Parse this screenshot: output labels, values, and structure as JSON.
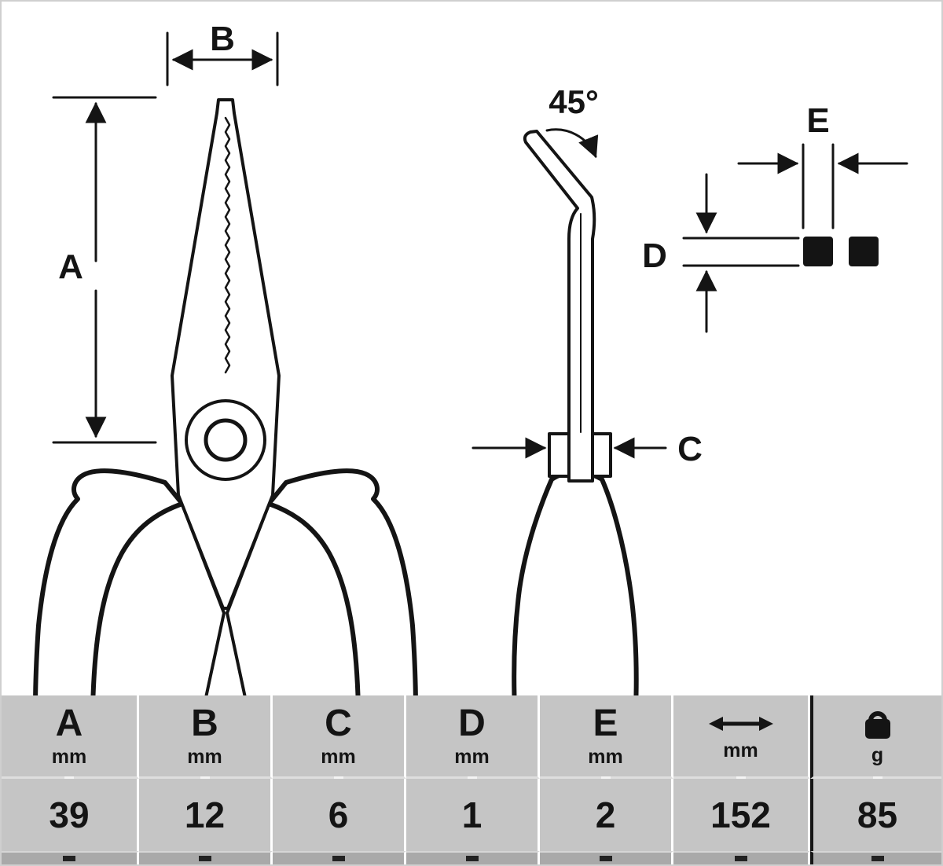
{
  "colors": {
    "line": "#141414",
    "table_cell": "#c5c5c5",
    "table_strip": "#a9a9a9",
    "separator_light": "#ffffff",
    "separator_dark": "#161616",
    "tip_fill": "#141414"
  },
  "diagram": {
    "labels": {
      "a": "A",
      "b": "B",
      "c": "C",
      "d": "D",
      "e": "E",
      "angle": "45°"
    }
  },
  "table": {
    "headers": [
      {
        "label": "A",
        "unit": "mm"
      },
      {
        "label": "B",
        "unit": "mm"
      },
      {
        "label": "C",
        "unit": "mm"
      },
      {
        "label": "D",
        "unit": "mm"
      },
      {
        "label": "E",
        "unit": "mm"
      },
      {
        "icon": "length-double-arrow",
        "unit": "mm"
      },
      {
        "icon": "weight",
        "unit": "g"
      }
    ],
    "values": [
      "39",
      "12",
      "6",
      "1",
      "2",
      "152",
      "85"
    ]
  }
}
